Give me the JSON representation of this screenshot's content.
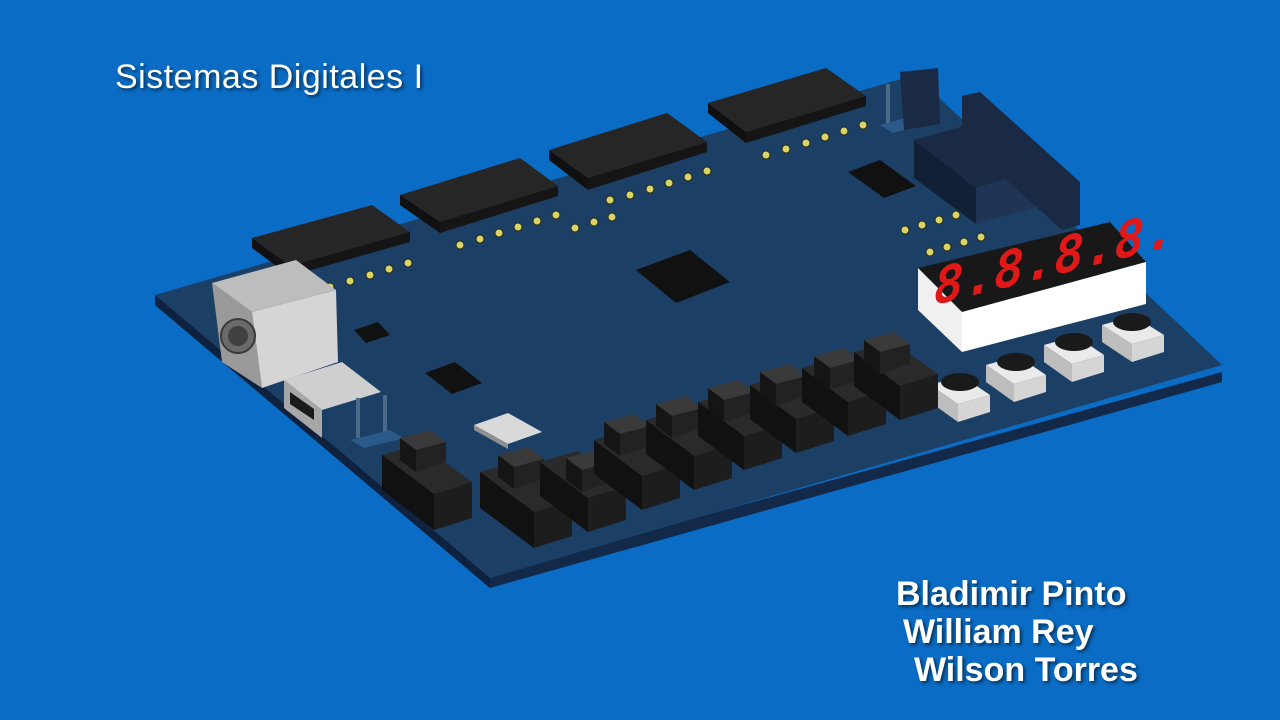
{
  "slide": {
    "title": "Sistemas Digitales I",
    "authors": [
      "Bladimir Pinto",
      "William Rey",
      "Wilson Torres"
    ]
  },
  "illustration": {
    "subject": "fpga-development-board",
    "display_digits": "8.8.8.8.",
    "colors": {
      "background": "#0a6cc4",
      "board": "#1c3f66",
      "component": "#1b1b1b",
      "display_segment": "#e01818",
      "pad": "#d8d46a"
    }
  }
}
